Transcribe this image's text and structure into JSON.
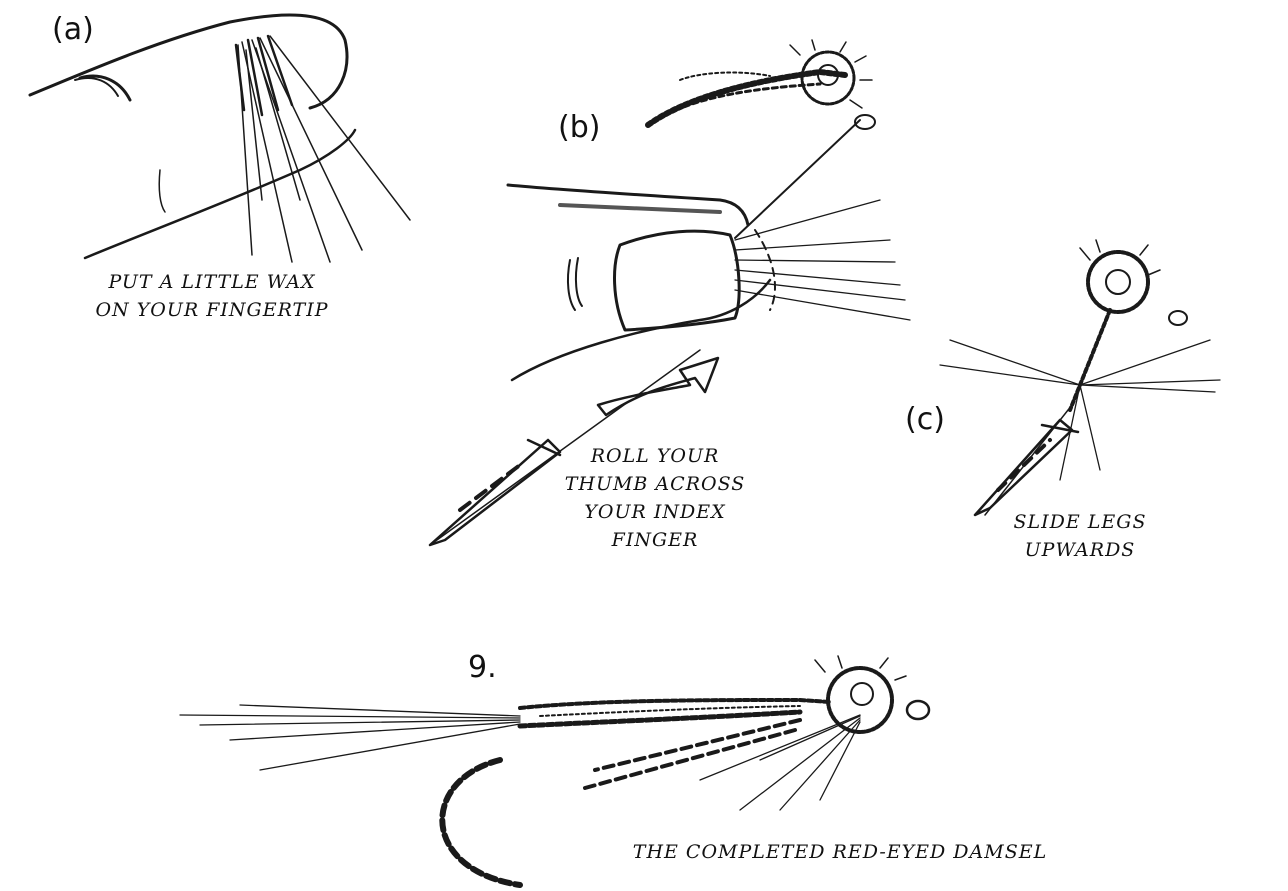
{
  "panel_a": {
    "label": "(a)",
    "caption": [
      "PUT A LITTLE WAX",
      "ON YOUR FINGERTIP"
    ]
  },
  "panel_b": {
    "label": "(b)",
    "caption": [
      "ROLL YOUR",
      "THUMB ACROSS",
      "YOUR INDEX",
      "FINGER"
    ]
  },
  "panel_c": {
    "label": "(c)",
    "caption": [
      "SLIDE LEGS",
      "UPWARDS"
    ]
  },
  "step": {
    "label": "9.",
    "caption": "THE COMPLETED RED-EYED DAMSEL"
  }
}
